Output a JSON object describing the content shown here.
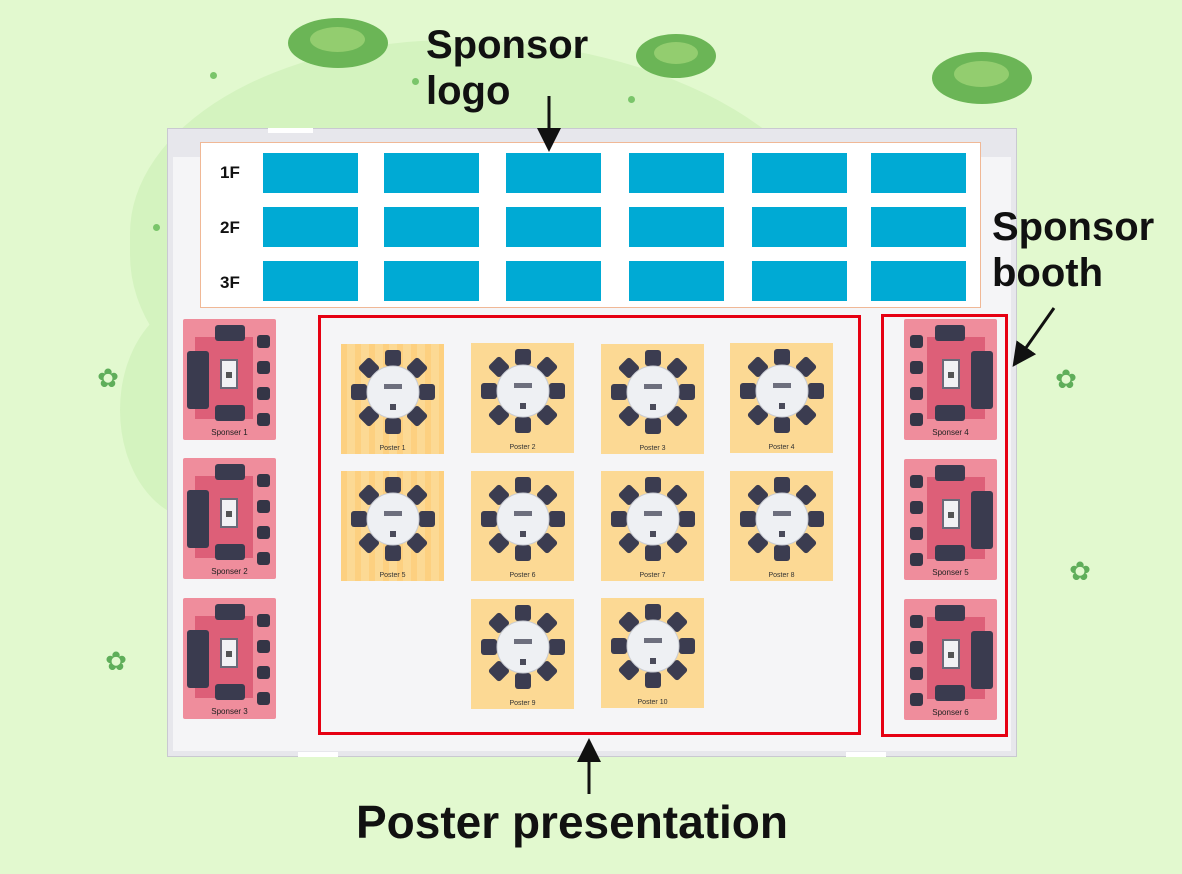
{
  "annotations": {
    "sponsor_logo_line1": "Sponsor",
    "sponsor_logo_line2": "logo",
    "sponsor_booth_line1": "Sponsor",
    "sponsor_booth_line2": "booth",
    "poster_presentation": "Poster presentation"
  },
  "floors": [
    "1F",
    "2F",
    "3F"
  ],
  "sponsors": [
    "Sponser 1",
    "Sponser 2",
    "Sponser 3",
    "Sponser 4",
    "Sponser 5",
    "Sponser 6"
  ],
  "posters": [
    "Poster 1",
    "Poster 2",
    "Poster 3",
    "Poster 4",
    "Poster 5",
    "Poster 6",
    "Poster 7",
    "Poster 8",
    "Poster 9",
    "Poster 10"
  ],
  "colors": {
    "background": "#e2f9cf",
    "logo_box": "#00aad4",
    "booth": "#ef8d9c",
    "poster_tile": "#fcd994",
    "highlight_frame": "#e60012"
  }
}
